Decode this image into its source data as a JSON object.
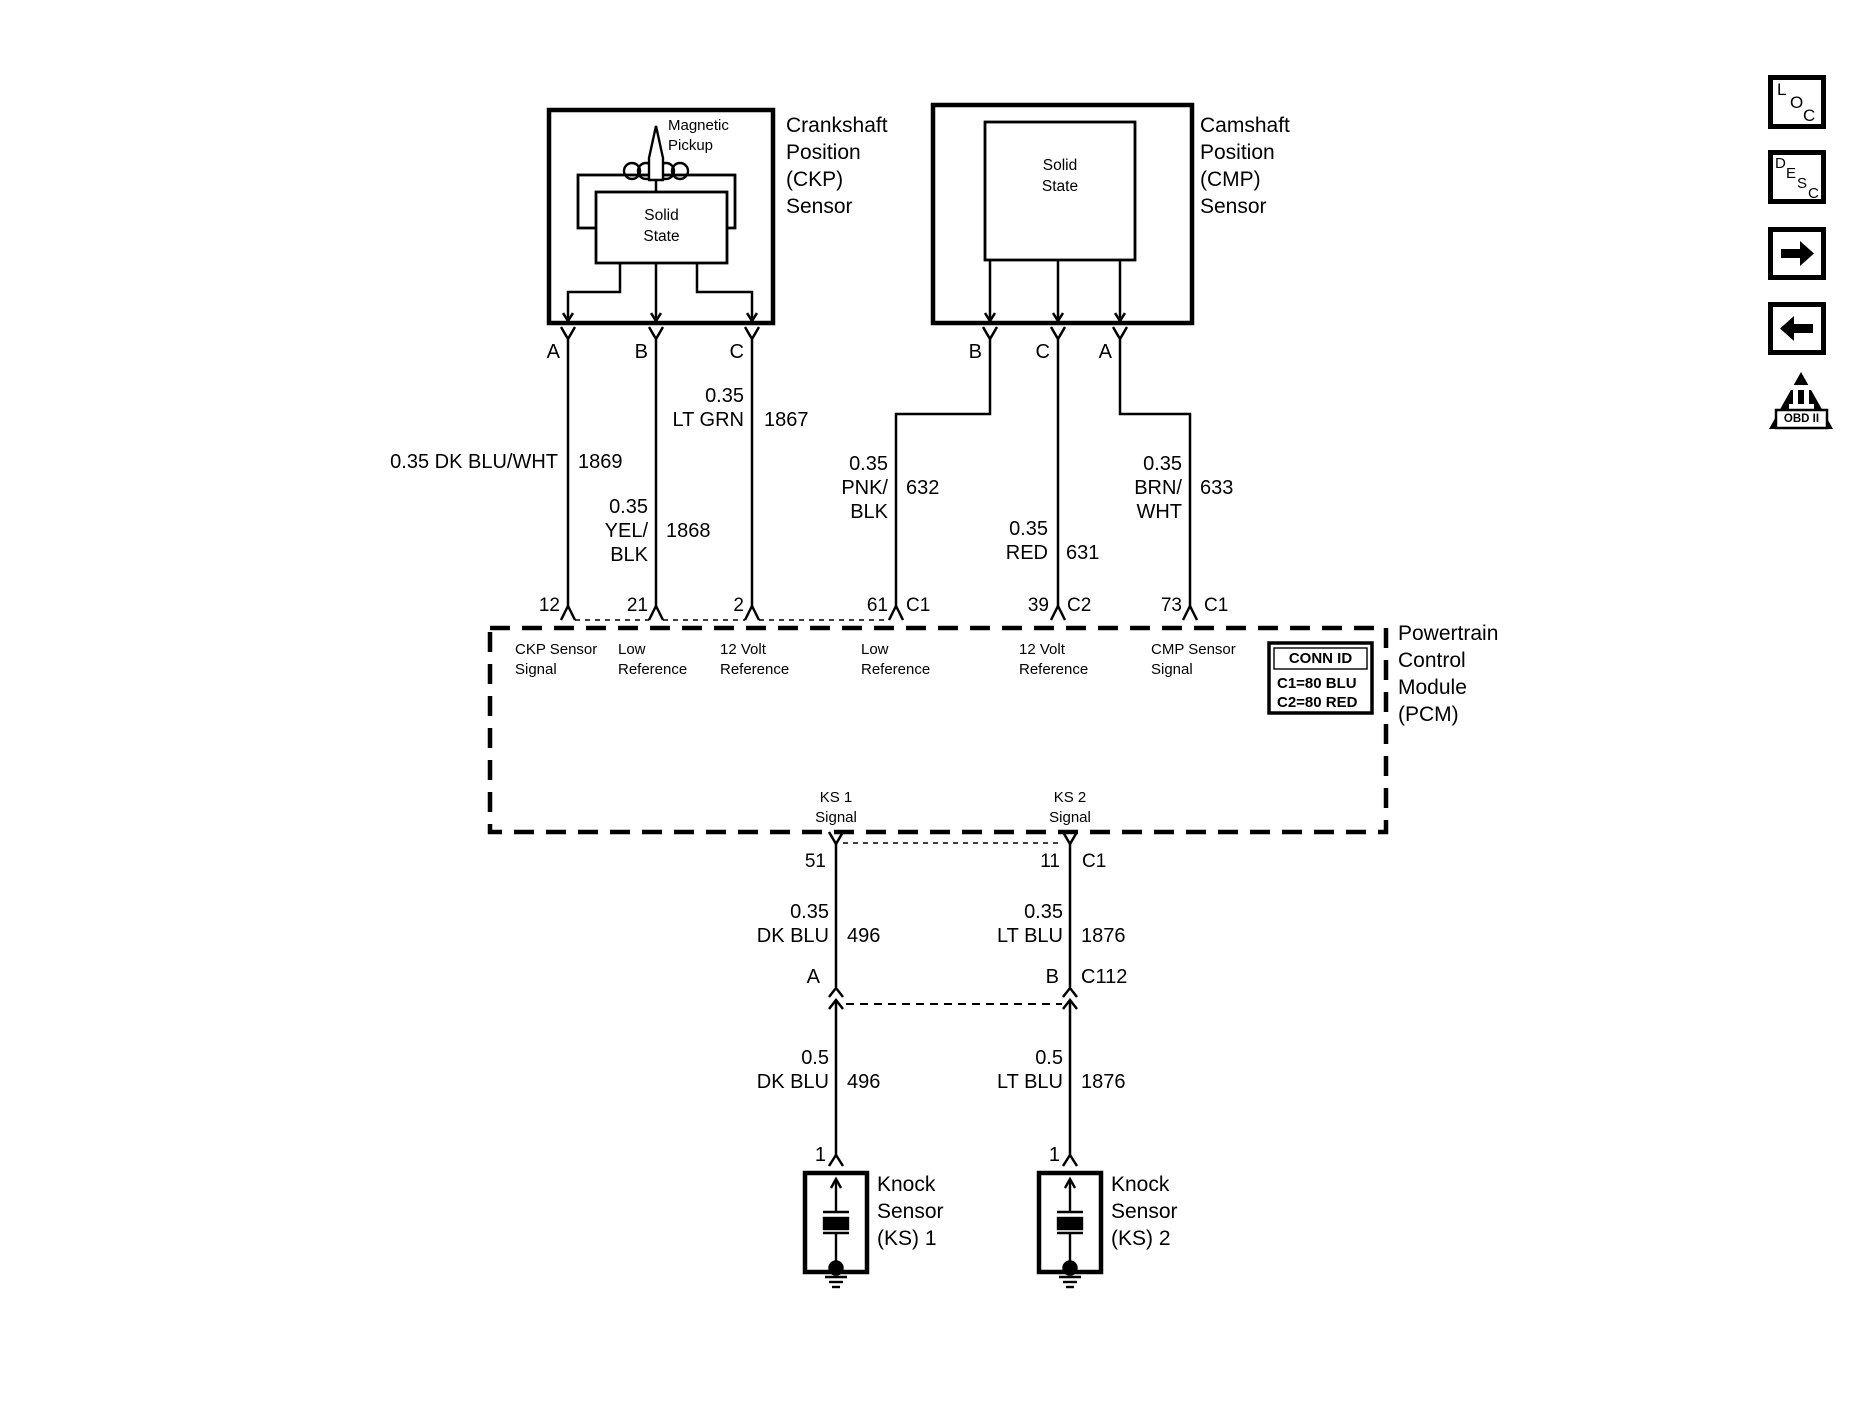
{
  "colors": {
    "ink": "#000000",
    "paper": "#ffffff"
  },
  "ckp": {
    "title": "Crankshaft\nPosition\n(CKP)\nSensor",
    "pickup": "Magnetic\nPickup",
    "solid_state": "Solid\nState",
    "pin_a": "A",
    "pin_b": "B",
    "pin_c": "C",
    "wire_a": {
      "label": "0.35 DK BLU/WHT",
      "circuit": "1869"
    },
    "wire_b": {
      "label": "0.35\nYEL/\nBLK",
      "circuit": "1868"
    },
    "wire_c": {
      "label": "0.35\nLT GRN",
      "circuit": "1867"
    }
  },
  "cmp": {
    "title": "Camshaft\nPosition\n(CMP)\nSensor",
    "solid_state": "Solid\nState",
    "pin_b": "B",
    "pin_c": "C",
    "pin_a": "A",
    "wire_b": {
      "label": "0.35\nPNK/\nBLK",
      "circuit": "632"
    },
    "wire_c": {
      "label": "0.35\nRED",
      "circuit": "631"
    },
    "wire_a": {
      "label": "0.35\nBRN/\nWHT",
      "circuit": "633"
    }
  },
  "pcm": {
    "title": "Powertrain\nControl\nModule\n(PCM)",
    "pins_top": {
      "p12": "12",
      "p21": "21",
      "p2": "2",
      "p61": "61",
      "p61_conn": "C1",
      "p39": "39",
      "p39_conn": "C2",
      "p73": "73",
      "p73_conn": "C1"
    },
    "functions": {
      "ckp_signal": "CKP Sensor\nSignal",
      "low_ref_1": "Low\nReference",
      "v12_ref_1": "12 Volt\nReference",
      "low_ref_2": "Low\nReference",
      "v12_ref_2": "12 Volt\nReference",
      "cmp_signal": "CMP Sensor\nSignal",
      "ks1_signal": "KS 1\nSignal",
      "ks2_signal": "KS 2\nSignal"
    },
    "conn_id": {
      "title": "CONN ID",
      "row1": "C1=80 BLU",
      "row2": "C2=80 RED"
    },
    "pins_bottom": {
      "p51": "51",
      "p11": "11",
      "p11_conn": "C1"
    }
  },
  "ks_circuit": {
    "upper_1": {
      "label": "0.35\nDK BLU",
      "circuit": "496"
    },
    "upper_2": {
      "label": "0.35\nLT BLU",
      "circuit": "1876"
    },
    "c112": {
      "pin_a": "A",
      "pin_b": "B",
      "name": "C112"
    },
    "lower_1": {
      "label": "0.5\nDK BLU",
      "circuit": "496"
    },
    "lower_2": {
      "label": "0.5\nLT BLU",
      "circuit": "1876"
    },
    "ks1": {
      "pin": "1",
      "title": "Knock\nSensor\n(KS) 1"
    },
    "ks2": {
      "pin": "1",
      "title": "Knock\nSensor\n(KS) 2"
    }
  },
  "toolbar": {
    "loc": [
      "L",
      "O",
      "C"
    ],
    "desc": [
      "D",
      "E",
      "S",
      "C"
    ],
    "obd": "OBD II"
  }
}
